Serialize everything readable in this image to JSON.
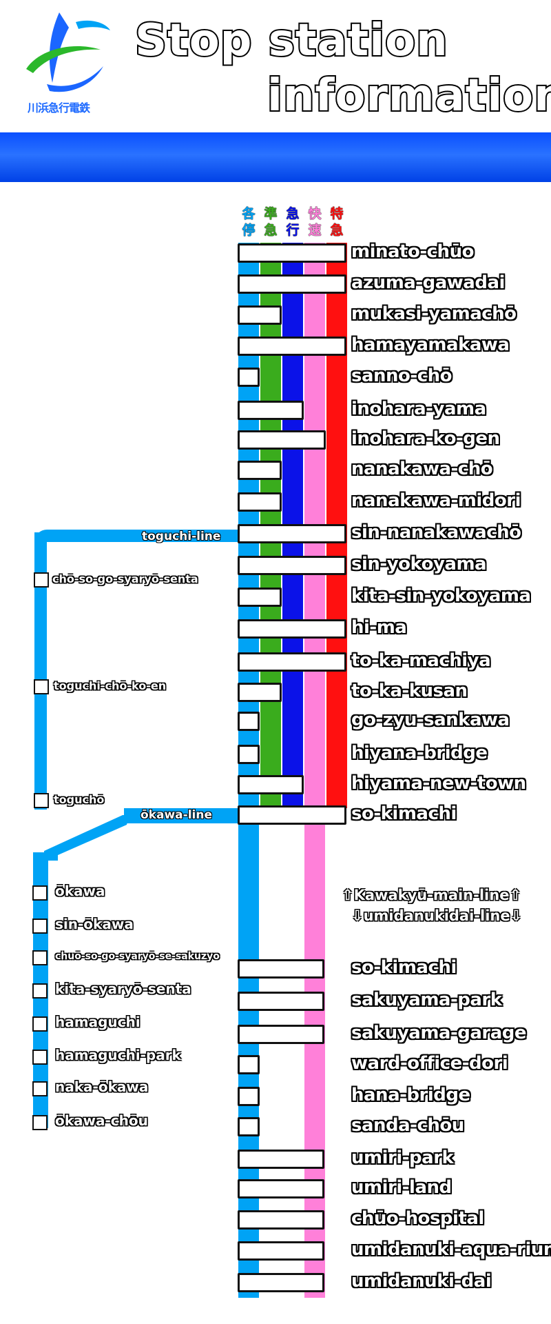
{
  "header": {
    "title_line1": "Stop station",
    "title_line2": "information",
    "logo_text": "川浜急行電鉄"
  },
  "colors": {
    "local": "#00a3f5",
    "semi_express": "#3aac1d",
    "express": "#0b12e8",
    "rapid": "#ff80d9",
    "limited_express": "#ff1010",
    "banner": "#0a4fff"
  },
  "service_types": [
    {
      "label": "各停",
      "color": "#00a3f5"
    },
    {
      "label": "準急",
      "color": "#3aac1d"
    },
    {
      "label": "急行",
      "color": "#0b12e8"
    },
    {
      "label": "快速",
      "color": "#ff80d9"
    },
    {
      "label": "特急",
      "color": "#ff1010"
    }
  ],
  "main_line_stations": [
    "minato-chūo",
    "azuma-gawadai",
    "mukasi-yamachō",
    "hamayamakawa",
    "sanno-chō",
    "inohara-yama",
    "inohara-ko-gen",
    "nanakawa-chō",
    "nanakawa-midori",
    "sin-nanakawachō",
    "sin-yokoyama",
    "kita-sin-yokoyama",
    "hi-ma",
    "to-ka-machiya",
    "to-ka-kusan",
    "go-zyu-sankawa",
    "hiyana-bridge",
    "hiyama-new-town",
    "so-kimachi"
  ],
  "branch_stations": [
    "so-kimachi",
    "sakuyama-park",
    "sakuyama-garage",
    "ward-office-dori",
    "hana-bridge",
    "sanda-chōu",
    "umiri-park",
    "umiri-land",
    "chūo-hospital",
    "umidanuki-aqua-rium",
    "umidanuki-dai"
  ],
  "line_note": {
    "line1": "⇧Kawakyū-main-line⇧",
    "line2": "⇩umidanukidai-line⇩"
  },
  "toguchi_line": {
    "label": "toguchi-line",
    "stations": [
      "chō-so-go-syaryō-senta",
      "toguchi-chō-ko-en",
      "toguchō"
    ]
  },
  "okawa_line": {
    "label": "ōkawa-line",
    "stations": [
      "ōkawa",
      "sin-ōkawa",
      "chuō-so-go-syaryō-se-sakuzyo",
      "kita-syaryō-senta",
      "hamaguchi",
      "hamaguchi-park",
      "naka-ōkawa",
      "ōkawa-chōu"
    ]
  }
}
